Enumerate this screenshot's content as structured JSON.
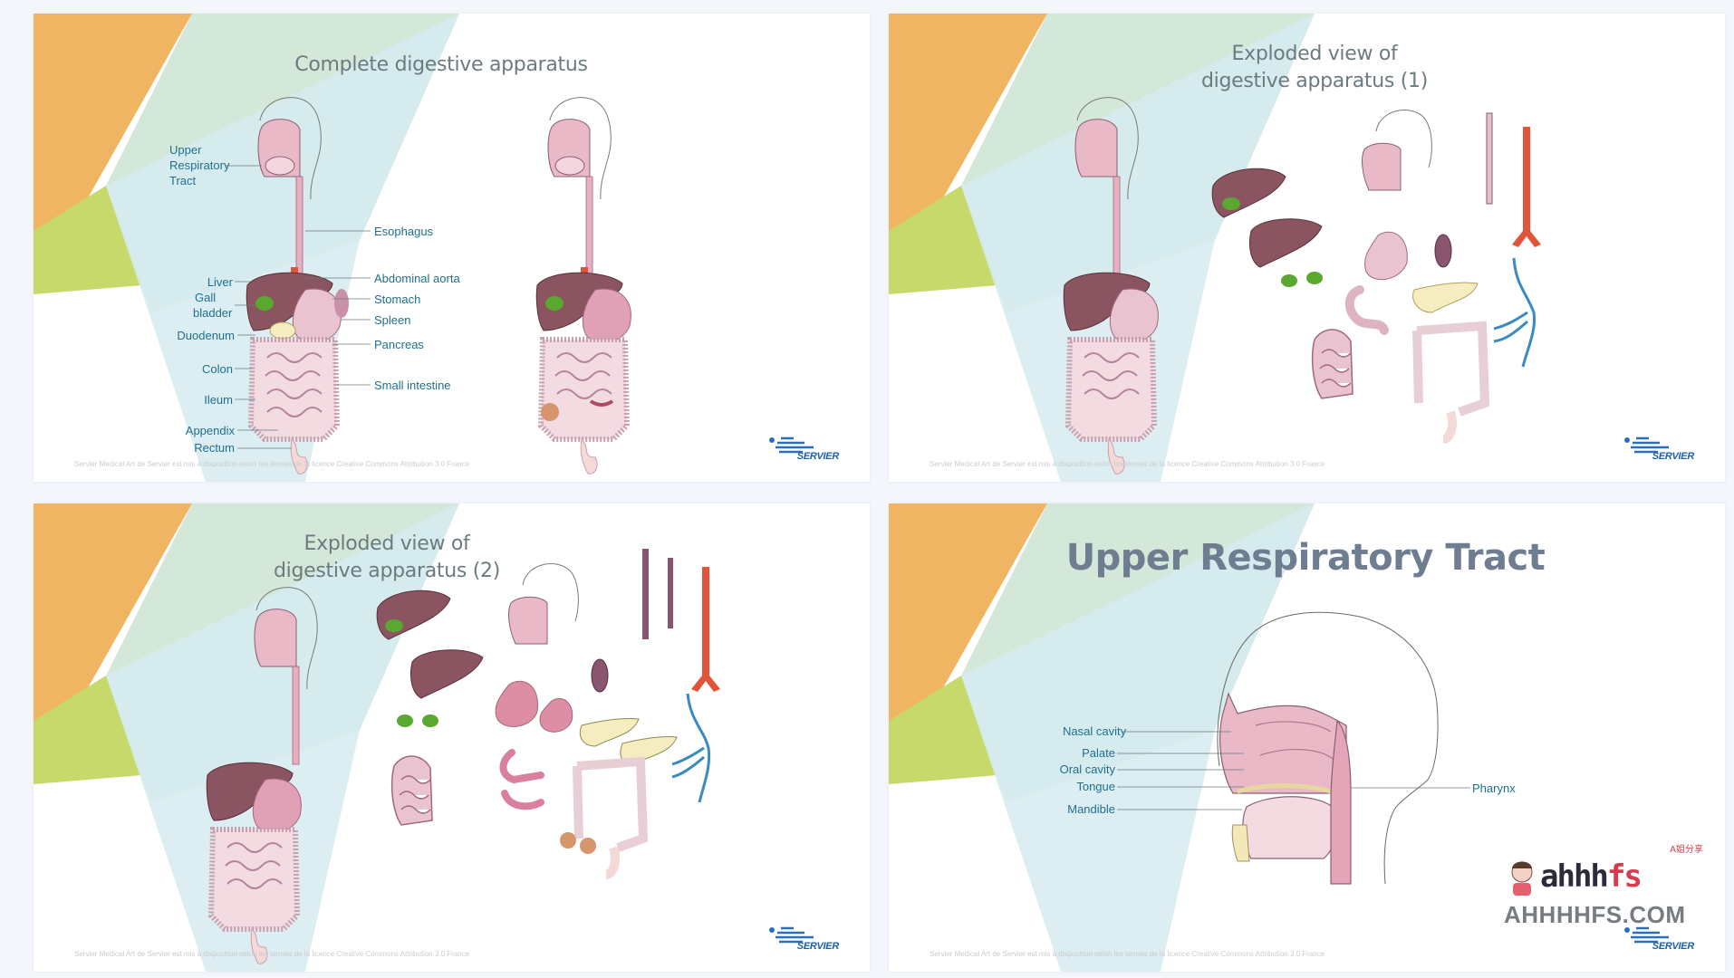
{
  "slides": [
    {
      "title": "Complete digestive apparatus",
      "labels_left": [
        "Upper",
        "Respiratory",
        "Tract",
        "Liver",
        "Gall",
        "bladder",
        "Duodenum",
        "Colon",
        "Ileum",
        "Appendix",
        "Rectum"
      ],
      "labels_right": [
        "Esophagus",
        "Abdominal aorta",
        "Stomach",
        "Spleen",
        "Pancreas",
        "Small intestine"
      ],
      "footer": "Servier Medical Art de Servier est mis à disposition selon les termes de la licence Creative Commons Attribution 3.0 France",
      "logo": "SERVIER"
    },
    {
      "title_line1": "Exploded view of",
      "title_line2": "digestive apparatus (1)",
      "footer": "Servier Medical Art de Servier est mis à disposition selon les termes de la licence Creative Commons Attribution 3.0 France",
      "logo": "SERVIER"
    },
    {
      "title_line1": "Exploded view of",
      "title_line2": "digestive apparatus (2)",
      "footer": "Servier Medical Art de Servier est mis à disposition selon les termes de la licence Creative Commons Attribution 3.0 France",
      "logo": "SERVIER"
    },
    {
      "title": "Upper Respiratory Tract",
      "labels_left": [
        "Nasal cavity",
        "Palate",
        "Oral cavity",
        "Tongue",
        "Mandible"
      ],
      "labels_right": [
        "Pharynx"
      ],
      "footer": "Servier Medical Art de Servier est mis à disposition selon les termes de la licence Creative Commons Attribution 3.0 France",
      "logo": "SERVIER"
    }
  ],
  "watermark": {
    "logo_main": "ahhh",
    "logo_accent": "fs",
    "tag": "A姐分享",
    "domain": "AHHHHFS.COM"
  },
  "colors": {
    "orange": "#f0b563",
    "green_tint": "#cfe6d6",
    "blue_tint": "#d6ebf0",
    "lime": "#c7d96a",
    "label": "#1f6f8f",
    "title": "#6c7b80",
    "organ_pink": "#e9b9c8",
    "liver": "#8a5560",
    "aorta": "#e0553a",
    "vein": "#3a8ac4"
  }
}
